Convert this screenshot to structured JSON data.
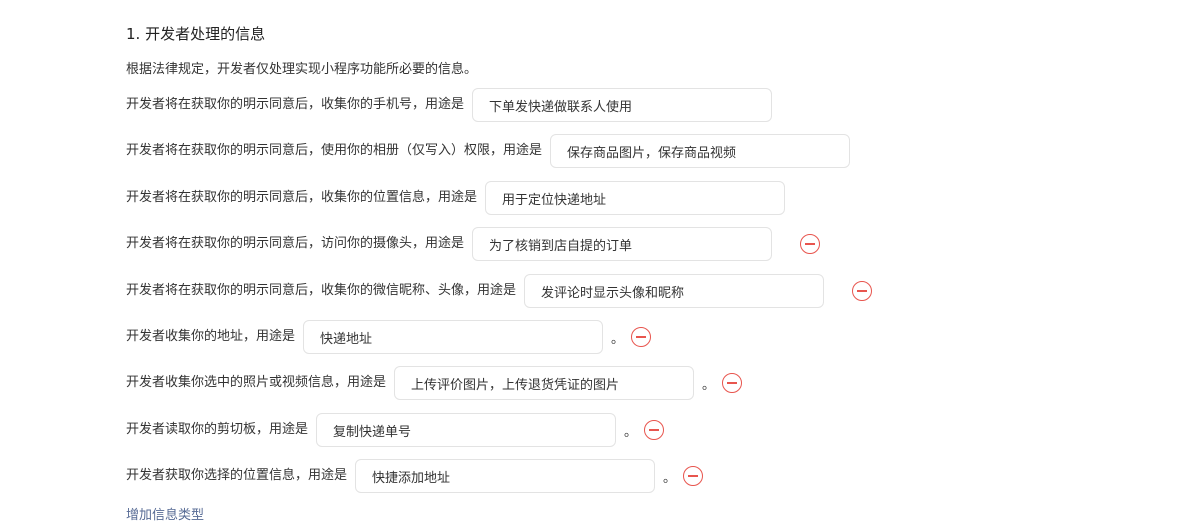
{
  "section": {
    "title": "1. 开发者处理的信息",
    "intro": "根据法律规定，开发者仅处理实现小程序功能所必要的信息。"
  },
  "rows": [
    {
      "label": "开发者将在获取你的明示同意后，收集你的手机号，用途是",
      "value": "下单发快递做联系人使用",
      "period": "",
      "removable": false
    },
    {
      "label": "开发者将在获取你的明示同意后，使用你的相册（仅写入）权限，用途是",
      "value": "保存商品图片，保存商品视频",
      "period": "",
      "removable": false
    },
    {
      "label": "开发者将在获取你的明示同意后，收集你的位置信息，用途是",
      "value": "用于定位快递地址",
      "period": "",
      "removable": false
    },
    {
      "label": "开发者将在获取你的明示同意后，访问你的摄像头，用途是",
      "value": "为了核销到店自提的订单",
      "period": "",
      "removable": true
    },
    {
      "label": "开发者将在获取你的明示同意后，收集你的微信昵称、头像，用途是",
      "value": "发评论时显示头像和昵称",
      "period": "",
      "removable": true
    },
    {
      "label": "开发者收集你的地址，用途是",
      "value": "快递地址",
      "period": "。",
      "removable": true
    },
    {
      "label": "开发者收集你选中的照片或视频信息，用途是",
      "value": "上传评价图片，上传退货凭证的图片",
      "period": "。",
      "removable": true
    },
    {
      "label": "开发者读取你的剪切板，用途是",
      "value": "复制快递单号",
      "period": "。",
      "removable": true
    },
    {
      "label": "开发者获取你选择的位置信息，用途是",
      "value": "快捷添加地址",
      "period": "。",
      "removable": true
    }
  ],
  "add_link": "增加信息类型",
  "icons": {
    "remove": "minus-circle-icon"
  },
  "colors": {
    "remove": "#e8554e",
    "link": "#576b95",
    "input_border": "#e3e3e3"
  }
}
